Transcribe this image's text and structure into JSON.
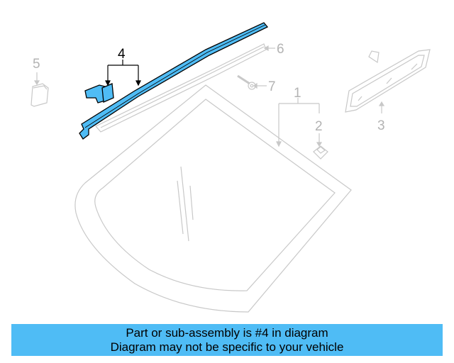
{
  "diagram": {
    "callouts": [
      {
        "number": "1",
        "part": "windshield-glass",
        "highlighted": false
      },
      {
        "number": "2",
        "part": "clip",
        "highlighted": false
      },
      {
        "number": "3",
        "part": "rear-view-mirror",
        "highlighted": false
      },
      {
        "number": "4",
        "part": "molding-with-end-cap",
        "highlighted": true
      },
      {
        "number": "5",
        "part": "mirror-bracket-cover",
        "highlighted": false
      },
      {
        "number": "6",
        "part": "upper-molding-seal",
        "highlighted": false
      },
      {
        "number": "7",
        "part": "stud",
        "highlighted": false
      }
    ],
    "colors": {
      "highlight_fill": "#4fbcf5",
      "highlight_stroke": "#000000",
      "line_art": "#c8c8c8",
      "callout_text": "#b3b3b3"
    }
  },
  "banner": {
    "line1": "Part or sub-assembly is #4 in diagram",
    "line2": "Diagram may not be specific to your vehicle",
    "background": "#4fbcf5"
  }
}
